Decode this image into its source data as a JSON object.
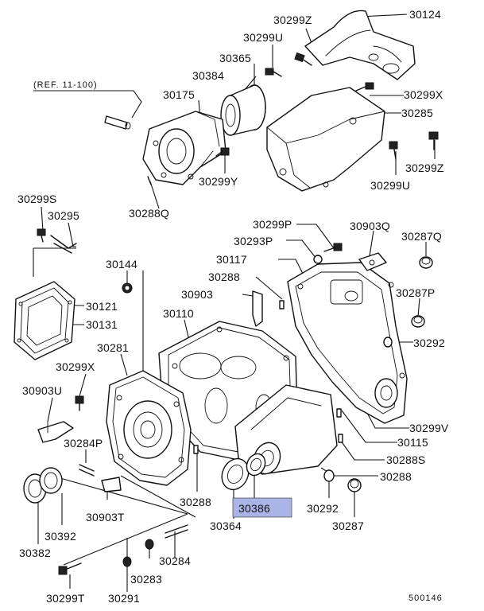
{
  "reference": "(REF. 11-100)",
  "diagram_id": "500146",
  "highlight_color": "#aab4e6",
  "labels": {
    "l30124": "30124",
    "l30299Z_top": "30299Z",
    "l30299U_top": "30299U",
    "l30365": "30365",
    "l30384": "30384",
    "l30175": "30175",
    "l30299X_top": "30299X",
    "l30285": "30285",
    "l30299Y": "30299Y",
    "l30299Z_right": "30299Z",
    "l30299U_right": "30299U",
    "l30288Q": "30288Q",
    "l30299S": "30299S",
    "l30295": "30295",
    "l30299P": "30299P",
    "l30903Q": "30903Q",
    "l30287Q": "30287Q",
    "l30293P": "30293P",
    "l30117": "30117",
    "l30144": "30144",
    "l30288_mid": "30288",
    "l30903_mid": "30903",
    "l30287P": "30287P",
    "l30121": "30121",
    "l30131": "30131",
    "l30110": "30110",
    "l30292_right": "30292",
    "l30281": "30281",
    "l30299X_left": "30299X",
    "l30903U": "30903U",
    "l30299V": "30299V",
    "l30115": "30115",
    "l30284P": "30284P",
    "l30288S": "30288S",
    "l30288_right": "30288",
    "l30288_low": "30288",
    "l30386": "30386",
    "l30292_low": "30292",
    "l30903T": "30903T",
    "l30364": "30364",
    "l30287": "30287",
    "l30392": "30392",
    "l30382": "30382",
    "l30284": "30284",
    "l30283": "30283",
    "l30299T": "30299T",
    "l30291": "30291"
  }
}
